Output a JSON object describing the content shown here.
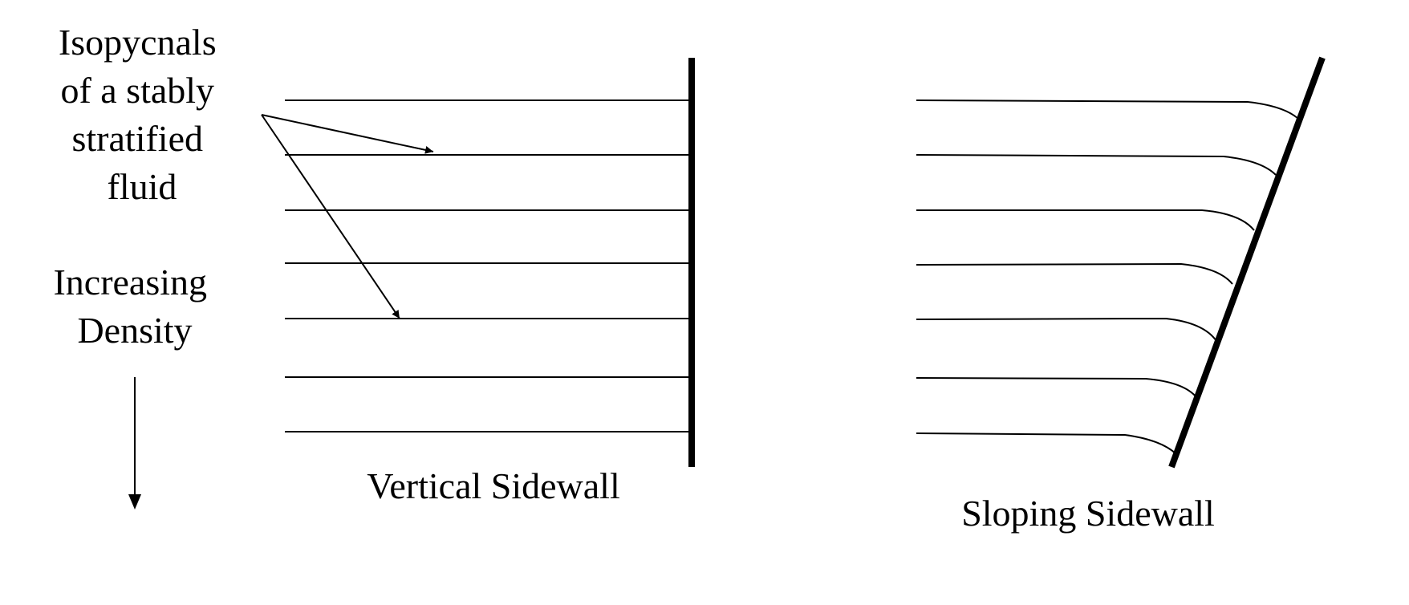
{
  "annotation": {
    "isopycnal_lines": [
      "Isopycnals",
      "of a stably",
      "stratified",
      "fluid"
    ],
    "density_lines": [
      "Increasing",
      "Density"
    ]
  },
  "panels": {
    "vertical": {
      "caption": "Vertical Sidewall"
    },
    "sloping": {
      "caption": "Sloping Sidewall"
    }
  },
  "style": {
    "line_color": "#000000",
    "background": "#ffffff"
  }
}
